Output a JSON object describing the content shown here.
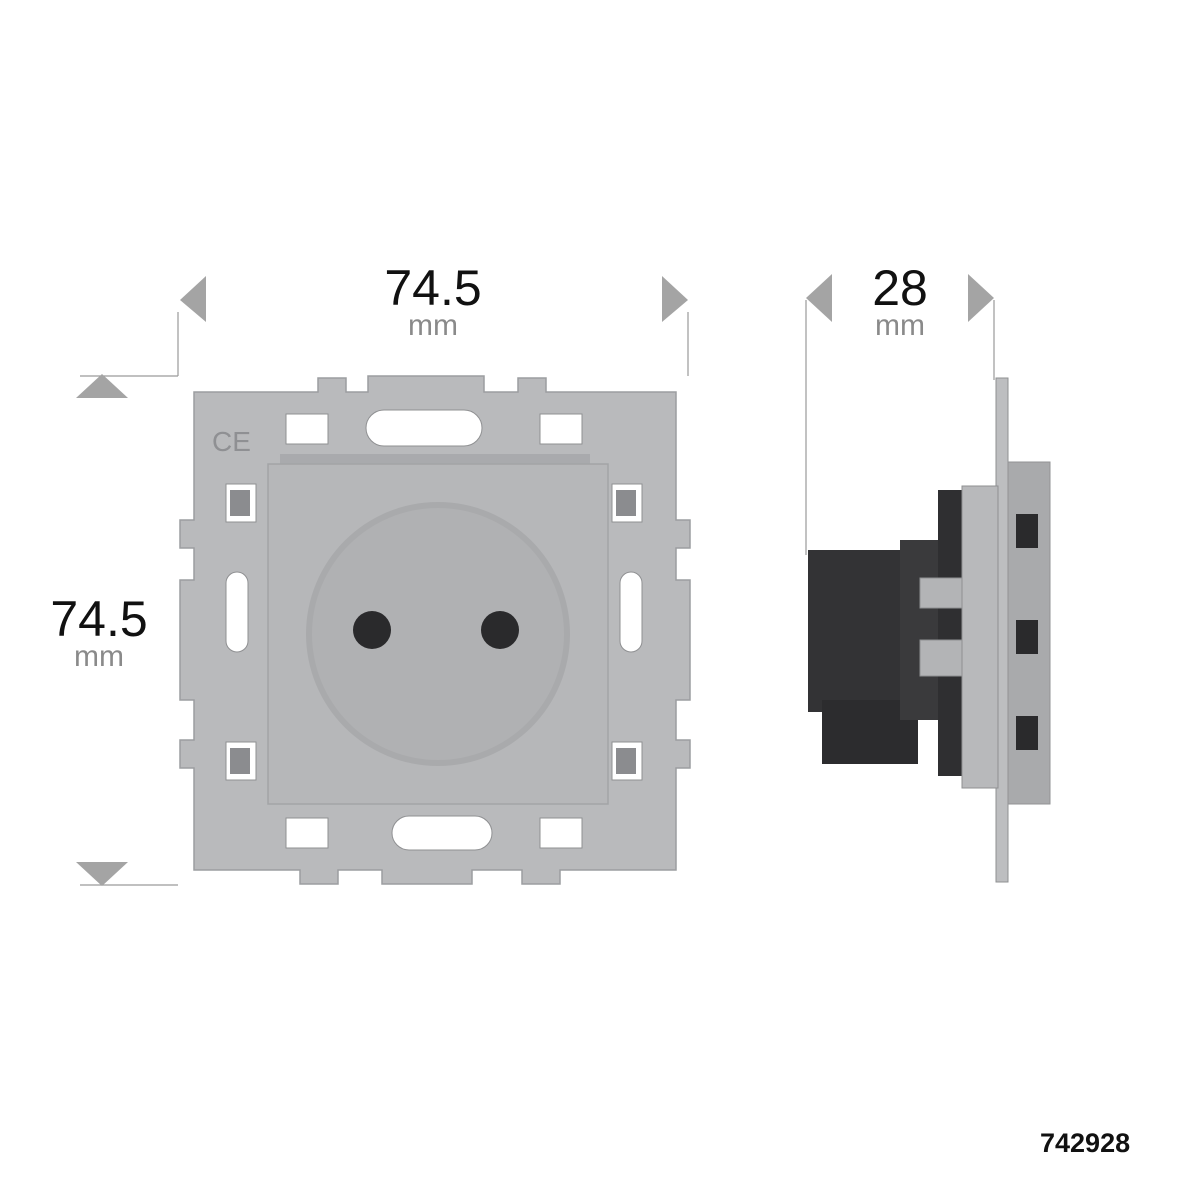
{
  "dimensions": {
    "front_width": {
      "value": "74.5",
      "unit": "mm"
    },
    "front_height": {
      "value": "74.5",
      "unit": "mm"
    },
    "depth": {
      "value": "28",
      "unit": "mm"
    }
  },
  "product_code": "742928",
  "mark": {
    "ce": "CE"
  },
  "icons": {
    "arrow_left": "triangle-left-icon",
    "arrow_right": "triangle-right-icon",
    "arrow_up": "triangle-up-icon",
    "arrow_down": "triangle-down-icon"
  },
  "colors": {
    "arrow": "#a4a4a4",
    "plate": "#b9babc",
    "socket_face": "#b6b7b9",
    "body": "#333335",
    "text": "#111111",
    "unit_text": "#8a8a8a"
  }
}
